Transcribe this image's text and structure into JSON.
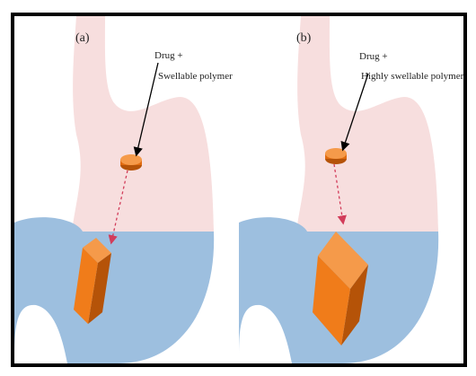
{
  "panel_a": {
    "label": "(a)",
    "annotation_line1": "Drug +",
    "annotation_line2": "Swellable polymer"
  },
  "panel_b": {
    "label": "(b)",
    "annotation_line1": "Drug +",
    "annotation_line2": "Highly swellable polymer"
  },
  "colors": {
    "stomach_upper": "#f7dede",
    "stomach_lower": "#9dbfdf",
    "tablet": "#f07c1a",
    "tablet_dark": "#b55308",
    "arrow_drug": "#000000",
    "arrow_path": "#d23c5a",
    "border": "#000000"
  }
}
